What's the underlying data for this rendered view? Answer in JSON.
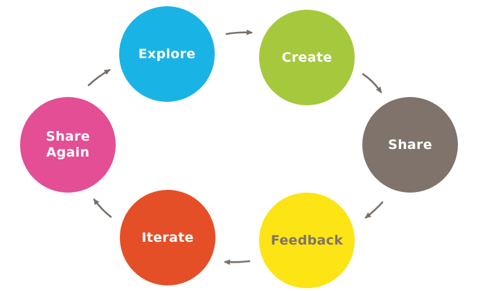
{
  "diagram": {
    "type": "cycle",
    "arrow_color": "#7b6f69",
    "nodes": [
      {
        "id": "explore",
        "label": "Explore",
        "fill": "#1ab3e6",
        "text_color": "#ffffff"
      },
      {
        "id": "create",
        "label": "Create",
        "fill": "#a6c83d",
        "text_color": "#ffffff"
      },
      {
        "id": "share",
        "label": "Share",
        "fill": "#7f736b",
        "text_color": "#ffffff"
      },
      {
        "id": "feedback",
        "label": "Feedback",
        "fill": "#fde414",
        "text_color": "#7f736b"
      },
      {
        "id": "iterate",
        "label": "Iterate",
        "fill": "#e54f27",
        "text_color": "#ffffff"
      },
      {
        "id": "share-again",
        "label": "Share\nAgain",
        "fill": "#e34e94",
        "text_color": "#ffffff"
      }
    ],
    "edges": [
      {
        "from": "explore",
        "to": "create"
      },
      {
        "from": "create",
        "to": "share"
      },
      {
        "from": "share",
        "to": "feedback"
      },
      {
        "from": "feedback",
        "to": "iterate"
      },
      {
        "from": "iterate",
        "to": "share-again"
      },
      {
        "from": "share-again",
        "to": "explore"
      }
    ]
  }
}
